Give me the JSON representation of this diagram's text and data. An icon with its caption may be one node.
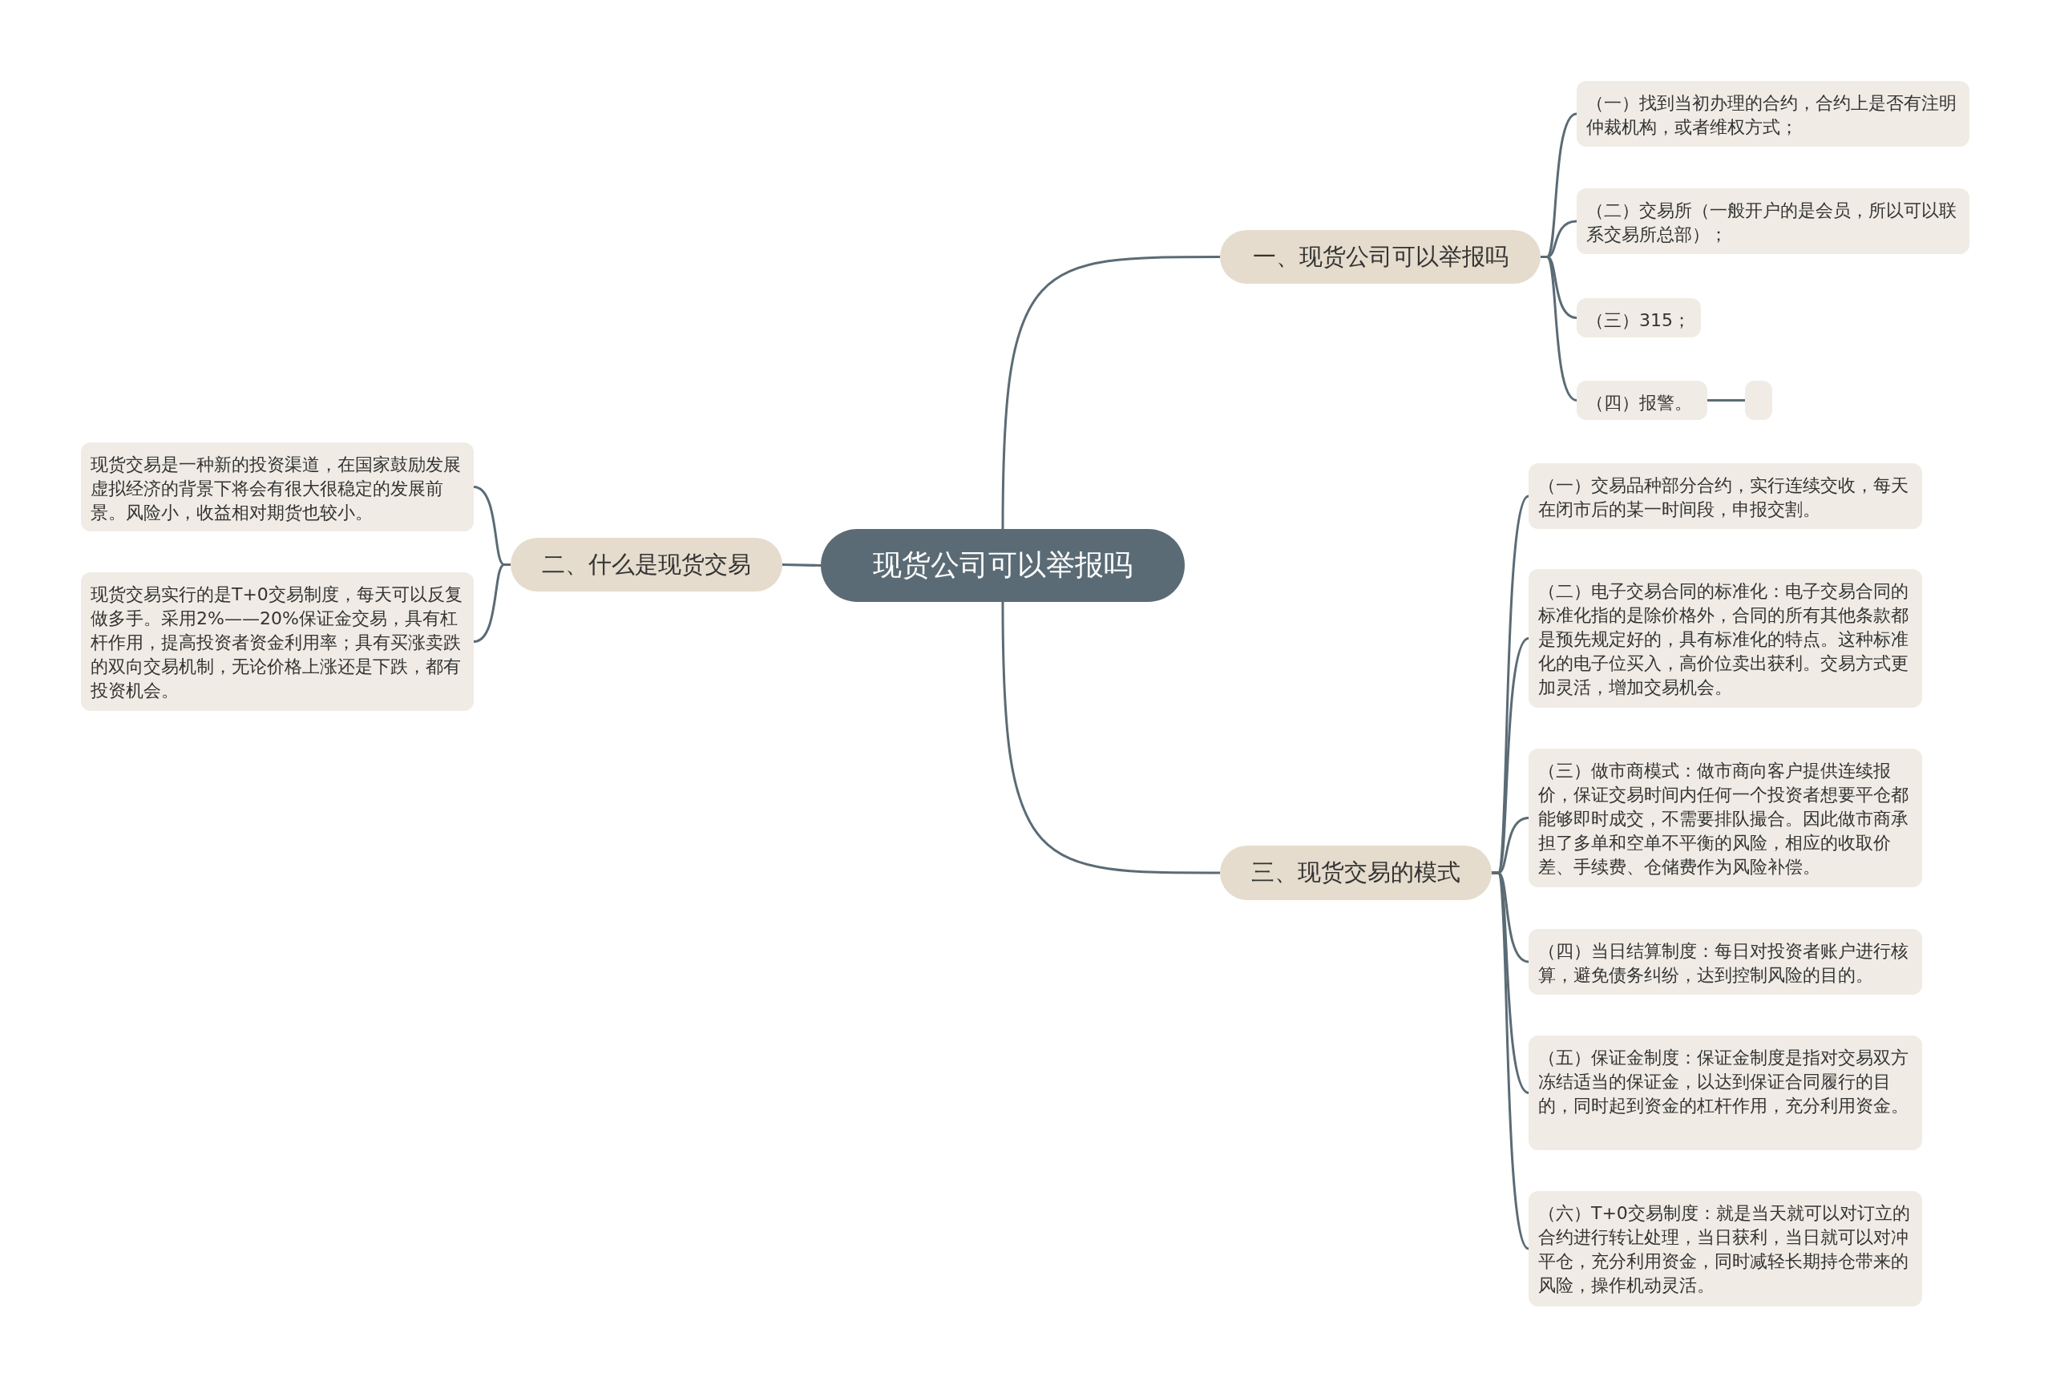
{
  "diagram": {
    "nodes": [
      {
        "text": [
          "现货公司可以举报吗"
        ]
      },
      {
        "text": [
          "一、现货公司可以举报吗"
        ]
      },
      {
        "text": [
          "（一）找到当初办理的合约，合约上是否有注明仲裁机构，或者维权方式；"
        ]
      },
      {
        "text": [
          "（二）交易所（一般开户的是会员，所以可以联系交易所总部）；"
        ]
      },
      {
        "text": [
          "（三）315；"
        ]
      },
      {
        "text": [
          "（四）报警。"
        ]
      },
      {
        "text": [],
        "shape": "box"
      },
      {
        "text": [
          "二、什么是现货交易"
        ]
      },
      {
        "text": [
          "现货交易是一种新的投资渠道，在国家鼓励发展虚拟经济的背景下将会有很大很稳定的发展前景。风险小，收益相对期货也较小。"
        ]
      },
      {
        "text": [
          "现货交易实行的是T+0交易制度，每天可以反复做多手。采用2%——20%保证金交易，具有杠杆作用，提高投资者资金利用率；具有买涨卖跌的双向交易机制，无论价格上涨还是下跌，都有投资机会。"
        ]
      },
      {
        "text": [
          "三、现货交易的模式"
        ]
      },
      {
        "text": [
          "（一）交易品种部分合约，实行连续交收，每天在闭市后的某一时间段，申报交割。"
        ]
      },
      {
        "text": [
          "（二）电子交易合同的标准化：电子交易合同的标准化指的是除价格外，合同的所有其他条款都是预先规定好的，具有标准化的特点。这种标准化的电子位买入，高价位卖出获利。交易方式更加灵活，增加交易机会。"
        ]
      },
      {
        "text": [
          "（三）做市商模式：做市商向客户提供连续报价，保证交易时间内任何一个投资者想要平仓都能够即时成交，不需要排队撮合。因此做市商承担了多单和空单不平衡的风险，相应的收取价差、手续费、仓储费作为风险补偿。"
        ]
      },
      {
        "text": [
          "（四）当日结算制度：每日对投资者账户进行核算，避免债务纠纷，达到控制风险的目的。"
        ]
      },
      {
        "text": [
          "（五）保证金制度：保证金制度是指对交易双方冻结适当的保证金，以达到保证合同履行的目的，同时起到资金的杠杆作用，充分利用资金。"
        ]
      },
      {
        "text": [
          "（六）T+0交易制度：就是当天就可以对订立的合约进行转让处理，当日获利，当日就可以对冲平仓，充分利用资金，同时减轻长期持仓带来的风险，操作机动灵活。"
        ]
      }
    ],
    "edges": [
      {
        "from": 0,
        "to": 1,
        "arrow": "none"
      },
      {
        "from": 1,
        "to": 2,
        "arrow": "none"
      },
      {
        "from": 1,
        "to": 3,
        "arrow": "none"
      },
      {
        "from": 1,
        "to": 4,
        "arrow": "none"
      },
      {
        "from": 1,
        "to": 5,
        "arrow": "none"
      },
      {
        "from": 5,
        "to": 6,
        "arrow": "none"
      },
      {
        "from": 0,
        "to": 7,
        "arrow": "none"
      },
      {
        "from": 7,
        "to": 8,
        "arrow": "none"
      },
      {
        "from": 7,
        "to": 9,
        "arrow": "none"
      },
      {
        "from": 0,
        "to": 10,
        "arrow": "none"
      },
      {
        "from": 10,
        "to": 11,
        "arrow": "none"
      },
      {
        "from": 10,
        "to": 12,
        "arrow": "none"
      },
      {
        "from": 10,
        "to": 13,
        "arrow": "none"
      },
      {
        "from": 10,
        "to": 14,
        "arrow": "none"
      },
      {
        "from": 10,
        "to": 15,
        "arrow": "none"
      },
      {
        "from": 10,
        "to": 16,
        "arrow": "none"
      }
    ]
  }
}
